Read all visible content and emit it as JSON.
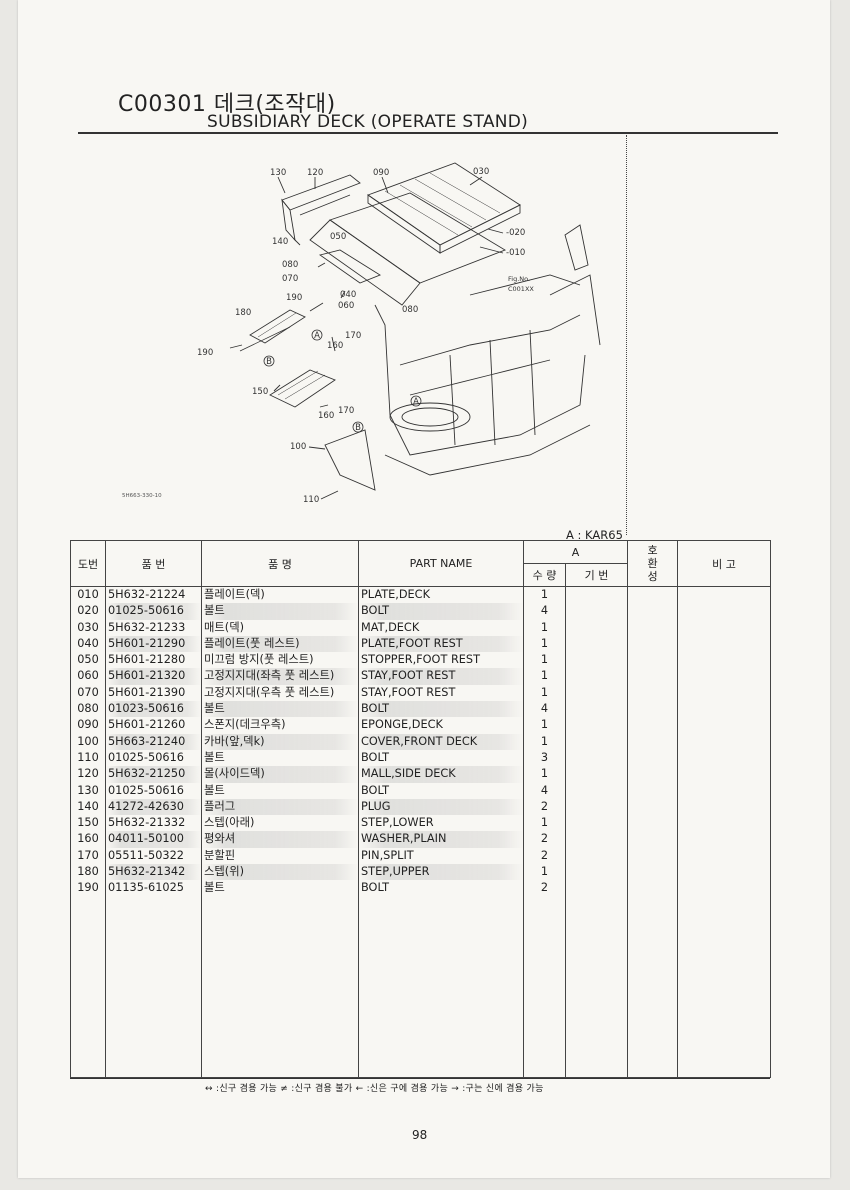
{
  "header": {
    "code": "C00301 데크(조작대)",
    "subtitle": "SUBSIDIARY DECK (OPERATE STAND)"
  },
  "diagram": {
    "labels": [
      "130",
      "120",
      "090",
      "030",
      "020",
      "010",
      "140",
      "050",
      "080",
      "070",
      "190",
      "040",
      "060",
      "080",
      "180",
      "170",
      "160",
      "190",
      "150",
      "160",
      "170",
      "100",
      "110"
    ],
    "circle_labels": [
      "A",
      "B",
      "A",
      "B"
    ],
    "fig_ref": [
      "Fig.No.",
      "C001XX"
    ],
    "fig_code": "5H663-330-10"
  },
  "legend": {
    "model": "A  :  KAR65"
  },
  "table": {
    "headers": {
      "no": "도번",
      "part_no": "품  번",
      "part_name_kr": "품        명",
      "part_name": "PART NAME",
      "group_a": "A",
      "qty": "수 량",
      "serial": "기 번",
      "compat": "호환성",
      "remarks": "비  고"
    },
    "rows": [
      {
        "no": "010",
        "part_no": "5H632-21224",
        "kr": "플레이트(덱)",
        "name": "PLATE,DECK",
        "qty": "1"
      },
      {
        "no": "020",
        "part_no": "01025-50616",
        "kr": "볼트",
        "name": "BOLT",
        "qty": "4"
      },
      {
        "no": "030",
        "part_no": "5H632-21233",
        "kr": "매트(덱)",
        "name": "MAT,DECK",
        "qty": "1"
      },
      {
        "no": "040",
        "part_no": "5H601-21290",
        "kr": "플레이트(풋 레스트)",
        "name": "PLATE,FOOT REST",
        "qty": "1"
      },
      {
        "no": "050",
        "part_no": "5H601-21280",
        "kr": "미끄럼 방지(풋 레스트)",
        "name": "STOPPER,FOOT REST",
        "qty": "1"
      },
      {
        "no": "060",
        "part_no": "5H601-21320",
        "kr": "고정지지대(좌측 풋 레스트)",
        "name": "STAY,FOOT REST",
        "qty": "1"
      },
      {
        "no": "070",
        "part_no": "5H601-21390",
        "kr": "고정지지대(우측 풋 레스트)",
        "name": "STAY,FOOT REST",
        "qty": "1"
      },
      {
        "no": "080",
        "part_no": "01023-50616",
        "kr": "볼트",
        "name": "BOLT",
        "qty": "4"
      },
      {
        "no": "090",
        "part_no": "5H601-21260",
        "kr": "스폰지(데크우측)",
        "name": "EPONGE,DECK",
        "qty": "1"
      },
      {
        "no": "100",
        "part_no": "5H663-21240",
        "kr": "카바(앞,덱k)",
        "name": "COVER,FRONT DECK",
        "qty": "1"
      },
      {
        "no": "110",
        "part_no": "01025-50616",
        "kr": "볼트",
        "name": "BOLT",
        "qty": "3"
      },
      {
        "no": "120",
        "part_no": "5H632-21250",
        "kr": "몰(사이드덱)",
        "name": "MALL,SIDE DECK",
        "qty": "1"
      },
      {
        "no": "130",
        "part_no": "01025-50616",
        "kr": "볼트",
        "name": "BOLT",
        "qty": "4"
      },
      {
        "no": "140",
        "part_no": "41272-42630",
        "kr": "플러그",
        "name": "PLUG",
        "qty": "2"
      },
      {
        "no": "150",
        "part_no": "5H632-21332",
        "kr": "스텝(아래)",
        "name": "STEP,LOWER",
        "qty": "1"
      },
      {
        "no": "160",
        "part_no": "04011-50100",
        "kr": "평와셔",
        "name": "WASHER,PLAIN",
        "qty": "2"
      },
      {
        "no": "170",
        "part_no": "05511-50322",
        "kr": "분할핀",
        "name": "PIN,SPLIT",
        "qty": "2"
      },
      {
        "no": "180",
        "part_no": "5H632-21342",
        "kr": "스텝(위)",
        "name": "STEP,UPPER",
        "qty": "1"
      },
      {
        "no": "190",
        "part_no": "01135-61025",
        "kr": "볼트",
        "name": "BOLT",
        "qty": "2"
      }
    ]
  },
  "footnote": "↔ :신구 겸용 가능    ≠ :신구 겸용 불가    ← :신은 구에 겸용 가능    → :구는 신에 겸용 가능",
  "page_number": "98"
}
